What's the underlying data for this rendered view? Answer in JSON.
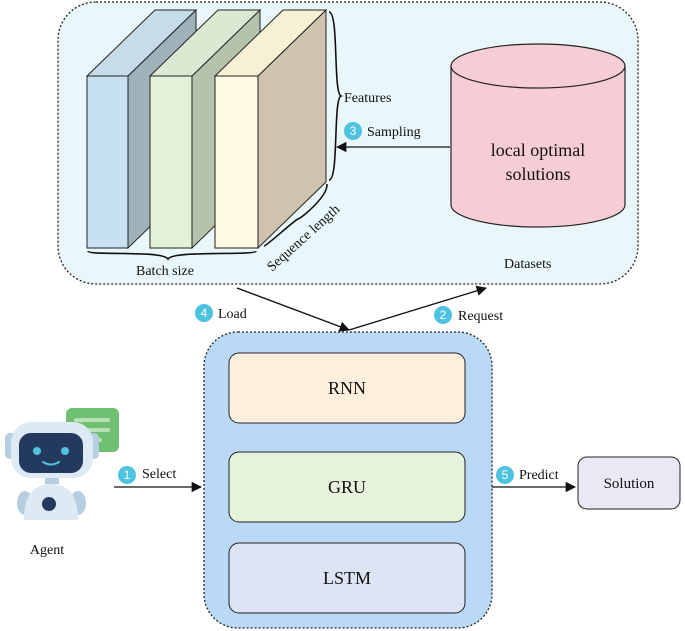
{
  "data_panel": {
    "features_label": "Features",
    "batch_size_label": "Batch size",
    "sequence_length_label": "Sequence length"
  },
  "datasets": {
    "cylinder_text_line1": "local optimal",
    "cylinder_text_line2": "solutions",
    "label": "Datasets"
  },
  "steps": [
    {
      "number": "1",
      "label": "Select"
    },
    {
      "number": "2",
      "label": "Request"
    },
    {
      "number": "3",
      "label": "Sampling"
    },
    {
      "number": "4",
      "label": "Load"
    },
    {
      "number": "5",
      "label": "Predict"
    }
  ],
  "models": {
    "rnn": "RNN",
    "gru": "GRU",
    "lstm": "LSTM"
  },
  "agent": {
    "label": "Agent"
  },
  "solution": {
    "label": "Solution"
  },
  "colors": {
    "panel_bg": "#e9f7fb",
    "model_panel_bg": "#b9d9f7",
    "rnn_fill": "#fdefdc",
    "gru_fill": "#e6f2dc",
    "lstm_fill": "#dce3f3",
    "cylinder_fill": "#f7cdd5",
    "badge": "#4ec3e0",
    "solution_fill": "#ece7f5"
  }
}
